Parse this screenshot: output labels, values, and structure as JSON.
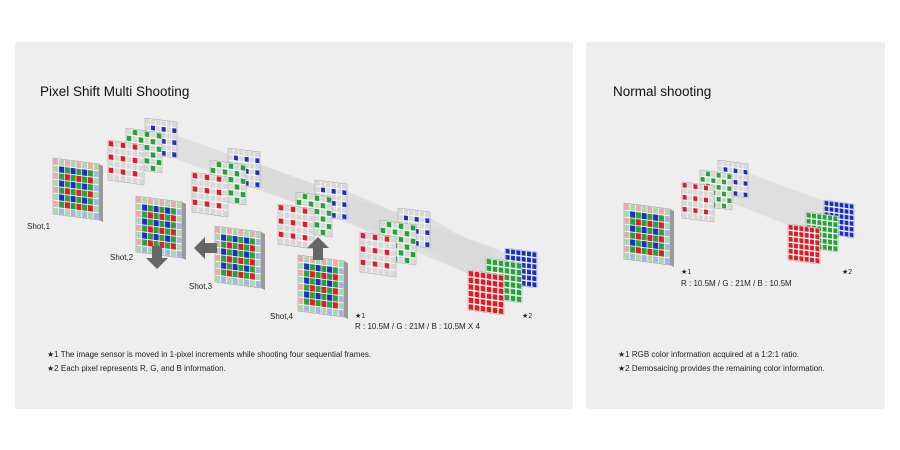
{
  "left_panel": {
    "title": "Pixel Shift Multi Shooting",
    "shots": [
      "Shot,1",
      "Shot,2",
      "Shot,3",
      "Shot,4"
    ],
    "mark1": "★1",
    "mark2": "★2",
    "ratio": "R : 10.5M / G : 21M / B : 10.5M X 4",
    "notes": [
      {
        "mark": "★1",
        "text": "The image sensor is moved in 1-pixel increments while shooting four sequential frames."
      },
      {
        "mark": "★2",
        "text": "Each pixel represents R, G, and B information."
      }
    ]
  },
  "right_panel": {
    "title": "Normal shooting",
    "mark1": "★1",
    "mark2": "★2",
    "ratio": "R : 10.5M / G : 21M / B : 10.5M",
    "notes": [
      {
        "mark": "★1",
        "text": "RGB color information acquired at a 1:2:1 ratio."
      },
      {
        "mark": "★2",
        "text": "Demosaicing provides the remaining color information."
      }
    ]
  },
  "colors": {
    "panel_bg": "#eeeeee",
    "red": "#e01c24",
    "green": "#27a23a",
    "blue": "#1b2fc4",
    "arrow": "#666666"
  }
}
